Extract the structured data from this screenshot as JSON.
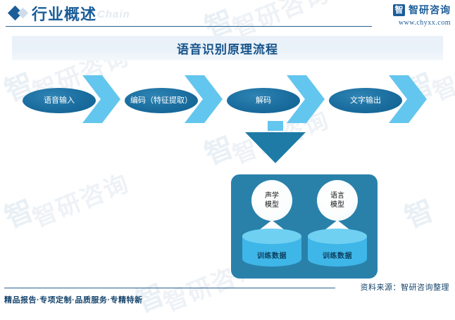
{
  "header": {
    "title": "行业概述",
    "subtitle": "Chain",
    "diamond_icon": "diamond-icon",
    "accent_color": "#1b5d98"
  },
  "brand": {
    "glyph": "智",
    "name": "智研咨询",
    "url": "www.chyxx.com"
  },
  "chart_title": "语音识别原理流程",
  "flow": {
    "nodes": [
      {
        "label": "语音输入"
      },
      {
        "label": "编码（特征提取）"
      },
      {
        "label": "解码"
      },
      {
        "label": "文字输出"
      }
    ],
    "arrow_color": "#63c6ee",
    "node_color": "#1a6d9e"
  },
  "down_arrow": {
    "name": "down-arrow",
    "color": "#1d7ba6"
  },
  "models": {
    "panel_color": "#2981aa",
    "items": [
      {
        "model": "声学\n模型",
        "model_line1": "声学",
        "model_line2": "模型",
        "data_label": "训练数据"
      },
      {
        "model": "语言\n模型",
        "model_line1": "语言",
        "model_line2": "模型",
        "data_label": "训练数据"
      }
    ]
  },
  "footer": {
    "slogan": "精品报告·专项定制·品质服务·专精特新",
    "source": "资料来源：智研咨询整理"
  },
  "watermark": {
    "text": "智研咨询",
    "mark": "智"
  }
}
